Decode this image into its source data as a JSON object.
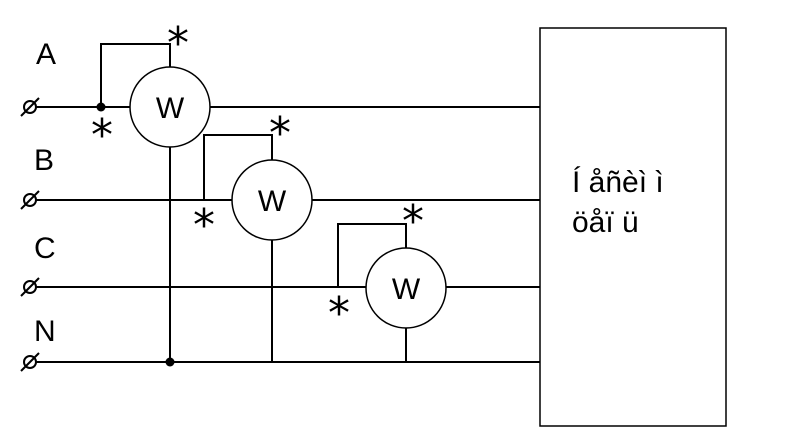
{
  "lines": [
    {
      "id": "A",
      "label": "A"
    },
    {
      "id": "B",
      "label": "B"
    },
    {
      "id": "C",
      "label": "C"
    },
    {
      "id": "N",
      "label": "N"
    }
  ],
  "meter_label": "W",
  "polarity_mark": "*",
  "load_box": {
    "line1": "Í åñèì ì",
    "line2": "öåï ü"
  }
}
